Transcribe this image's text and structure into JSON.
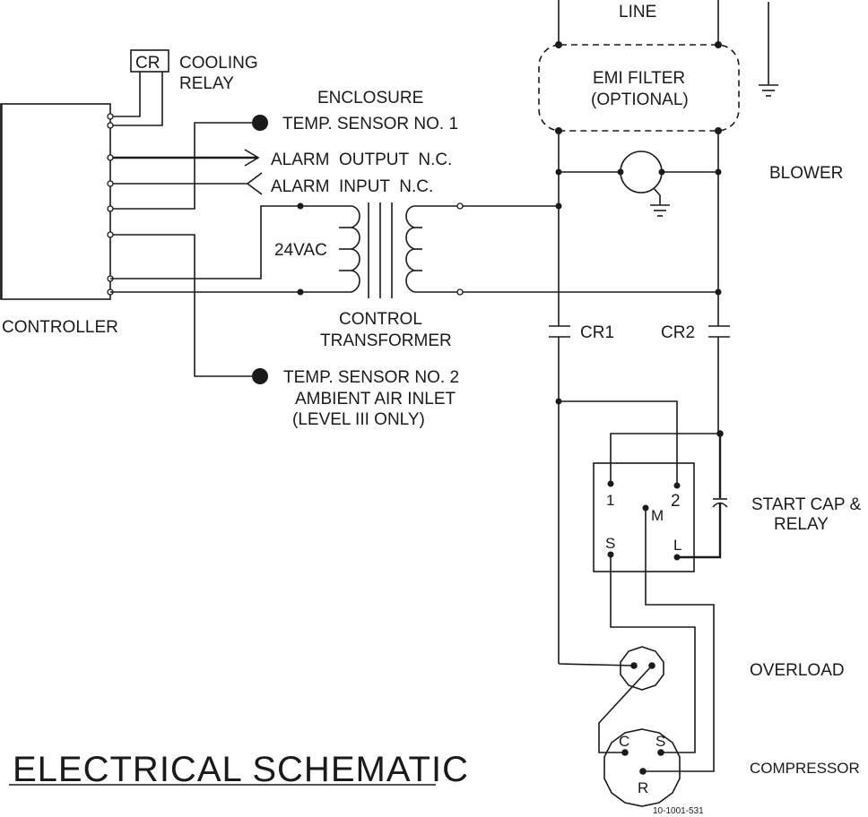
{
  "title": "ELECTRICAL SCHEMATIC",
  "drawing_number": "10-1001-531",
  "labels": {
    "line": "LINE",
    "emi_filter_1": "EMI FILTER",
    "emi_filter_2": "(OPTIONAL)",
    "blower": "BLOWER",
    "cr_box": "CR",
    "cooling_relay_1": "COOLING",
    "cooling_relay_2": "RELAY",
    "enclosure": "ENCLOSURE",
    "temp_sensor_1": "TEMP. SENSOR NO. 1",
    "alarm_output": "ALARM  OUTPUT  N.C.",
    "alarm_input": "ALARM  INPUT  N.C.",
    "vac": "24VAC",
    "controller": "CONTROLLER",
    "control_transformer_1": "CONTROL",
    "control_transformer_2": "TRANSFORMER",
    "cr1": "CR1",
    "cr2": "CR2",
    "temp_sensor_2": "TEMP. SENSOR NO. 2",
    "ambient_air_inlet": "AMBIENT AIR INLET",
    "level_only": "(LEVEL III ONLY)",
    "start_cap_1": "START CAP &",
    "start_cap_2": "RELAY",
    "relay_t1": "1",
    "relay_t2": "2",
    "relay_m": "M",
    "relay_s": "S",
    "relay_l": "L",
    "overload": "OVERLOAD",
    "compressor": "COMPRESSOR",
    "comp_c": "C",
    "comp_s": "S",
    "comp_r": "R"
  }
}
